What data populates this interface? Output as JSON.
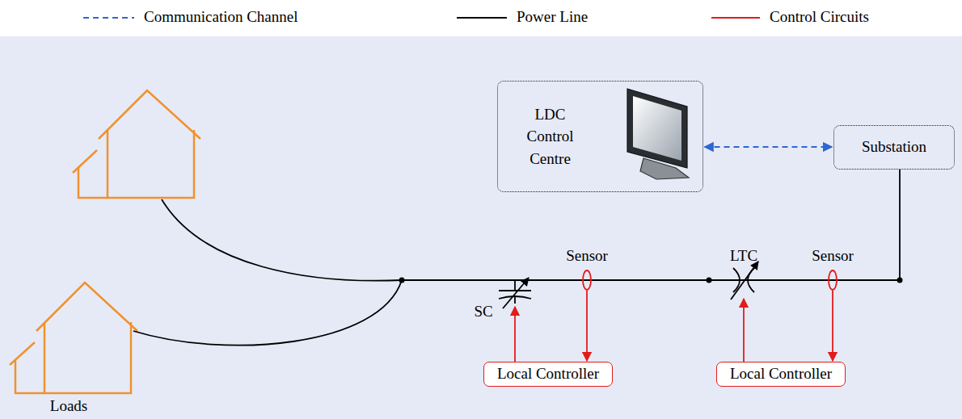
{
  "diagram": {
    "nodes": [
      {
        "text": [
          "LDC Control Centre"
        ]
      },
      {
        "text": [
          "Substation"
        ]
      },
      {
        "text": [
          "Local Controller"
        ]
      },
      {
        "text": [
          "Local Controller"
        ]
      }
    ],
    "edges": [
      {
        "from": 0,
        "to": 1,
        "arrow": "both"
      }
    ],
    "labels": [
      "Sensor",
      "LTC",
      "Sensor",
      "SC",
      "Loads"
    ],
    "legend": [
      {
        "text": "Communication Channel"
      },
      {
        "text": "Power Line"
      },
      {
        "text": "Control Circuits"
      }
    ]
  }
}
